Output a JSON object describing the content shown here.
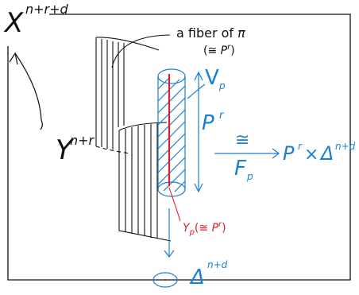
{
  "labels": {
    "ambient_space": {
      "base": "X",
      "sup": "n+r+d"
    },
    "surface": {
      "base": "Y",
      "sup": "n+r"
    },
    "fiber_caption_line1": {
      "prefix": "a fiber of ",
      "symbol": "π"
    },
    "fiber_caption_line2": {
      "open": "(≅ ",
      "base": "P",
      "sup": "r",
      "close": ")"
    },
    "neighborhood": {
      "base": "V",
      "sub": "p"
    },
    "projective_fiber": {
      "base": "P",
      "sup": "r"
    },
    "iso_symbol": "≅",
    "iso_map": {
      "base": "F",
      "sub": "p"
    },
    "product_target": {
      "p_base": "P",
      "p_sup": "r",
      "times": "×",
      "delta": "Δ",
      "delta_sup": "n+d"
    },
    "fiber_in_y": {
      "base": "Y",
      "sub": "p",
      "rest_open": "(≅ ",
      "p_base": "P",
      "p_sup": "r",
      "rest_close": ")"
    },
    "base_space": {
      "base": "Δ",
      "sup": "n+d"
    }
  },
  "colors": {
    "ink": "#111111",
    "accent": "#1a7fd6",
    "highlight": "#e0202a"
  }
}
